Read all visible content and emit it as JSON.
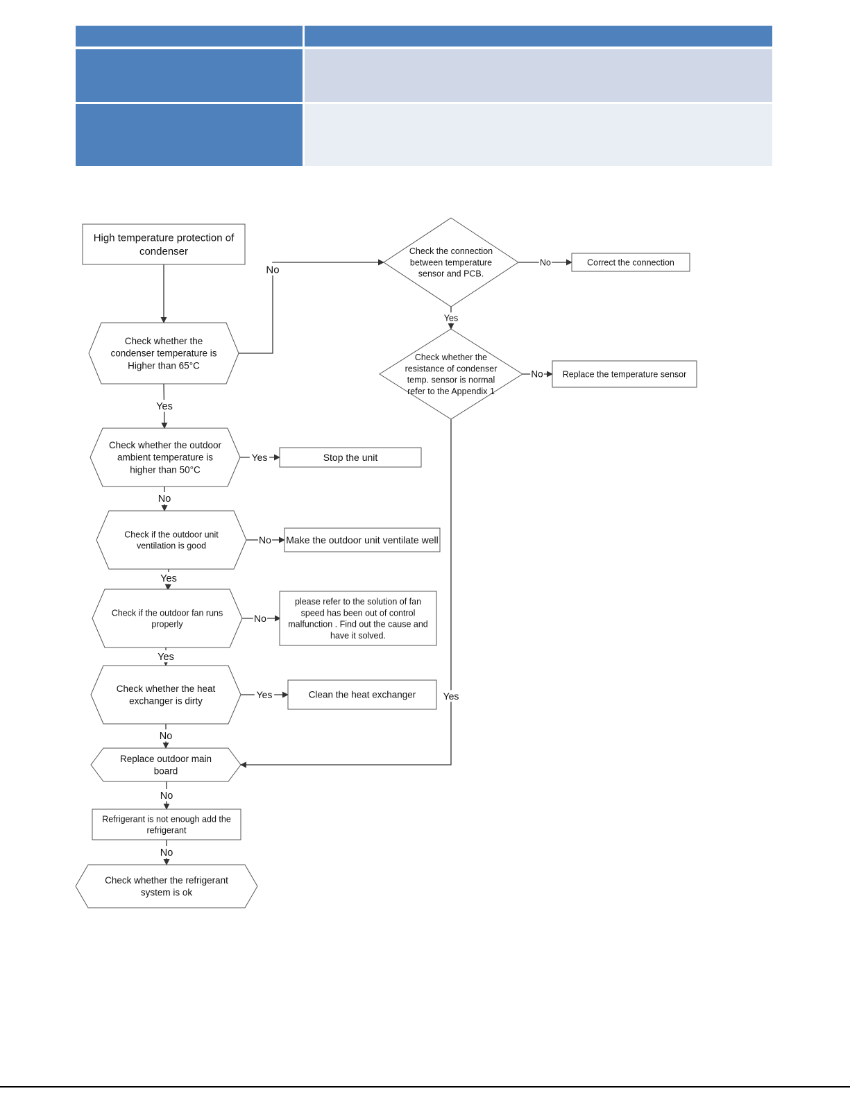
{
  "header_table": {
    "header_color": "#4f81bd",
    "row_colors": [
      "#d0d8e8",
      "#e9edf4"
    ]
  },
  "flowchart": {
    "nodes": [
      {
        "id": "start",
        "shape": "rect",
        "lines": [
          "High temperature protection of",
          "condenser"
        ]
      },
      {
        "id": "q_cond_temp",
        "shape": "hexagon",
        "lines": [
          "Check whether the",
          "condenser temperature is",
          "Higher  than 65°C"
        ]
      },
      {
        "id": "q_connection",
        "shape": "diamond",
        "lines": [
          "Check the connection",
          "between temperature",
          "sensor and PCB."
        ]
      },
      {
        "id": "correct_connection",
        "shape": "rect",
        "lines": [
          "Correct the connection"
        ]
      },
      {
        "id": "q_sensor_resistance",
        "shape": "diamond",
        "lines": [
          "Check whether the",
          "resistance of condenser",
          "temp. sensor is normal",
          "refer to the Appendix 1"
        ]
      },
      {
        "id": "replace_sensor",
        "shape": "rect",
        "lines": [
          "Replace the temperature sensor"
        ]
      },
      {
        "id": "q_ambient",
        "shape": "hexagon",
        "lines": [
          "Check whether the outdoor",
          "ambient temperature is",
          "higher than 50°C"
        ]
      },
      {
        "id": "stop_unit",
        "shape": "rect",
        "lines": [
          "Stop the unit"
        ]
      },
      {
        "id": "q_ventilation",
        "shape": "hexagon",
        "lines": [
          "Check if the outdoor unit",
          "ventilation is good"
        ]
      },
      {
        "id": "ventilate",
        "shape": "rect",
        "lines": [
          "Make the outdoor unit ventilate well"
        ]
      },
      {
        "id": "q_fan",
        "shape": "hexagon",
        "lines": [
          "Check if the outdoor fan runs",
          "properly"
        ]
      },
      {
        "id": "fan_solution",
        "shape": "rect",
        "lines": [
          "please refer to the solution of fan",
          "speed has been out of control",
          "malfunction . Find out the cause and",
          "have it solved."
        ]
      },
      {
        "id": "q_heat_exchanger",
        "shape": "hexagon",
        "lines": [
          "Check whether the heat",
          "exchanger is dirty"
        ]
      },
      {
        "id": "clean_exchanger",
        "shape": "rect",
        "lines": [
          "Clean the heat exchanger"
        ]
      },
      {
        "id": "replace_board",
        "shape": "hexagon",
        "lines": [
          "Replace outdoor main",
          "board"
        ]
      },
      {
        "id": "refrigerant_add",
        "shape": "rect",
        "lines": [
          "Refrigerant is not enough add the",
          "refrigerant"
        ]
      },
      {
        "id": "q_refrigerant_system",
        "shape": "hexagon",
        "lines": [
          "Check whether the refrigerant",
          "system is ok"
        ]
      }
    ],
    "edges": [
      {
        "from": "start",
        "to": "q_cond_temp",
        "label": ""
      },
      {
        "from": "q_cond_temp",
        "to": "q_connection",
        "label": "No"
      },
      {
        "from": "q_connection",
        "to": "correct_connection",
        "label": "No"
      },
      {
        "from": "q_connection",
        "to": "q_sensor_resistance",
        "label": "Yes"
      },
      {
        "from": "q_sensor_resistance",
        "to": "replace_sensor",
        "label": "No"
      },
      {
        "from": "q_sensor_resistance",
        "to": "replace_board",
        "label": "Yes"
      },
      {
        "from": "q_cond_temp",
        "to": "q_ambient",
        "label": "Yes"
      },
      {
        "from": "q_ambient",
        "to": "stop_unit",
        "label": "Yes"
      },
      {
        "from": "q_ambient",
        "to": "q_ventilation",
        "label": "No"
      },
      {
        "from": "q_ventilation",
        "to": "ventilate",
        "label": "No"
      },
      {
        "from": "q_ventilation",
        "to": "q_fan",
        "label": "Yes"
      },
      {
        "from": "q_fan",
        "to": "fan_solution",
        "label": "No"
      },
      {
        "from": "q_fan",
        "to": "q_heat_exchanger",
        "label": "Yes"
      },
      {
        "from": "q_heat_exchanger",
        "to": "clean_exchanger",
        "label": "Yes"
      },
      {
        "from": "q_heat_exchanger",
        "to": "replace_board",
        "label": "No"
      },
      {
        "from": "replace_board",
        "to": "refrigerant_add",
        "label": "No"
      },
      {
        "from": "refrigerant_add",
        "to": "q_refrigerant_system",
        "label": "No"
      }
    ]
  }
}
